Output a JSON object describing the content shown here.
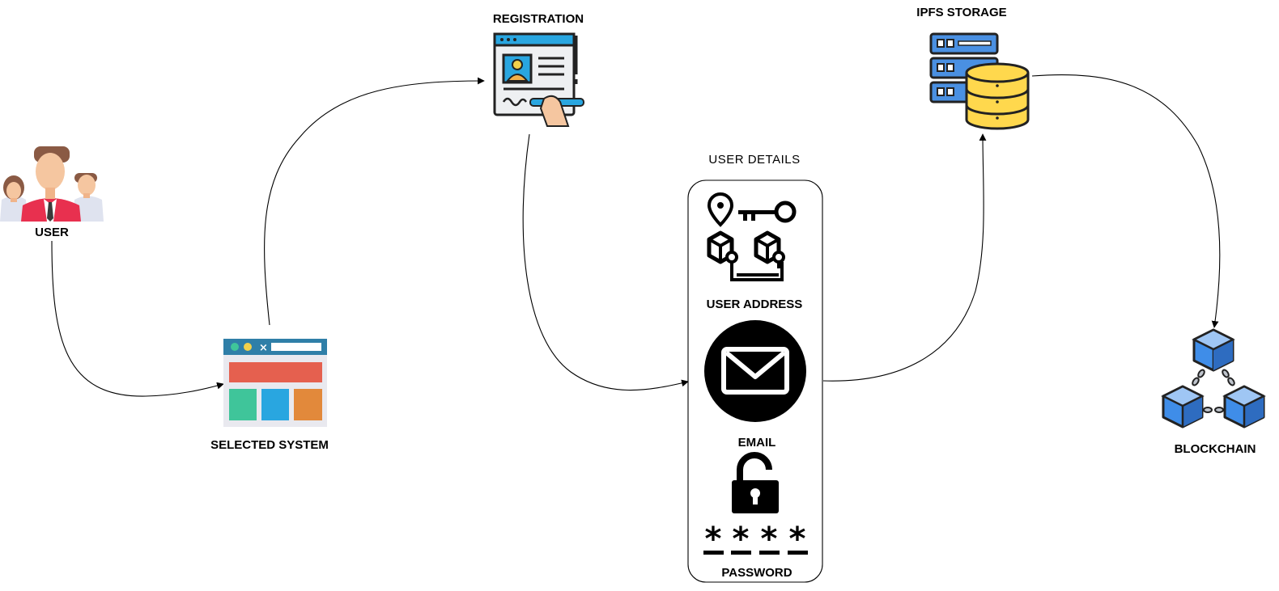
{
  "nodes": {
    "user": {
      "label": "USER"
    },
    "selected_system": {
      "label": "SELECTED SYSTEM"
    },
    "registration": {
      "label": "REGISTRATION"
    },
    "user_details": {
      "title": "USER DETAILS",
      "items": {
        "address": "USER ADDRESS",
        "email": "EMAIL",
        "password": "PASSWORD"
      },
      "password_mask": [
        "*",
        "*",
        "*",
        "*"
      ]
    },
    "ipfs_storage": {
      "label": "IPFS STORAGE"
    },
    "blockchain": {
      "label": "BLOCKCHAIN"
    }
  },
  "colors": {
    "edge": "#000000",
    "panel_border": "#000000",
    "ipfs_blue": "#4a90e2",
    "ipfs_yellow": "#ffd84d",
    "blockchain_blue": "#3f8de8",
    "browser_red": "#e5604f",
    "browser_green": "#3fc59a",
    "browser_blue": "#29a6e0",
    "browser_orange": "#e2893b"
  },
  "icons": {
    "user": "people-group-icon",
    "selected_system": "browser-window-icon",
    "registration": "registration-form-icon",
    "address": "location-key-icon",
    "email": "envelope-icon",
    "password": "padlock-icon",
    "ipfs_storage": "server-database-icon",
    "blockchain": "blockchain-cubes-icon"
  }
}
